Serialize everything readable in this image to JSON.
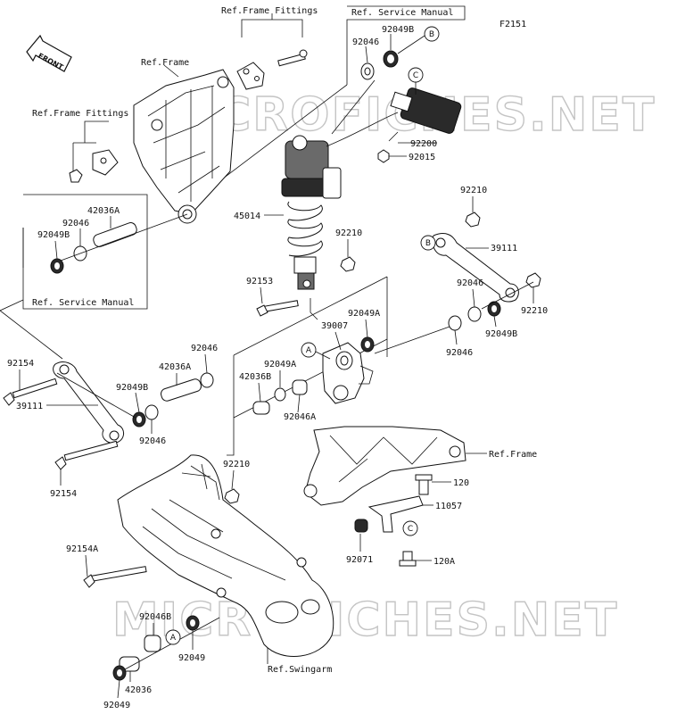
{
  "figure_code": "F2151",
  "front_label": "FRONT",
  "watermark": "MICROFICHES.NET",
  "references": {
    "frame_fittings_top": "Ref.Frame Fittings",
    "service_manual_top": "Ref. Service Manual",
    "frame_top": "Ref.Frame",
    "frame_fittings_left": "Ref.Frame Fittings",
    "service_manual_left": "Ref. Service Manual",
    "frame_right": "Ref.Frame",
    "swingarm": "Ref.Swingarm"
  },
  "callouts": {
    "a": "A",
    "b": "B",
    "c": "C"
  },
  "parts": {
    "p92046_top": "92046",
    "p92049b_top": "92049B",
    "p92200": "92200",
    "p92015": "92015",
    "p45014": "45014",
    "p92210_mid": "92210",
    "p92153": "92153",
    "p42036a_left": "42036A",
    "p92046_left": "92046",
    "p92049b_left": "92049B",
    "p92210_right_top": "92210",
    "p39111_right": "39111",
    "p92046_right": "92046",
    "p92049b_right": "92049B",
    "p92210_right": "92210",
    "p92049a_top": "92049A",
    "p39007": "39007",
    "p92046_r2": "92046",
    "p92154_left": "92154",
    "p39111_left": "39111",
    "p92049b_mid": "92049B",
    "p92046_mid": "92046",
    "p42036a_mid": "42036A",
    "p92046_mid_top": "92046",
    "p92049a_mid": "92049A",
    "p42036b": "42036B",
    "p92046a": "92046A",
    "p92210_lower": "92210",
    "p92154_lower": "92154",
    "p120": "120",
    "p11057": "11057",
    "p92071": "92071",
    "p120a": "120A",
    "p92154a": "92154A",
    "p92046b": "92046B",
    "p92049_mid": "92049",
    "p42036": "42036",
    "p92049_bottom": "92049"
  }
}
